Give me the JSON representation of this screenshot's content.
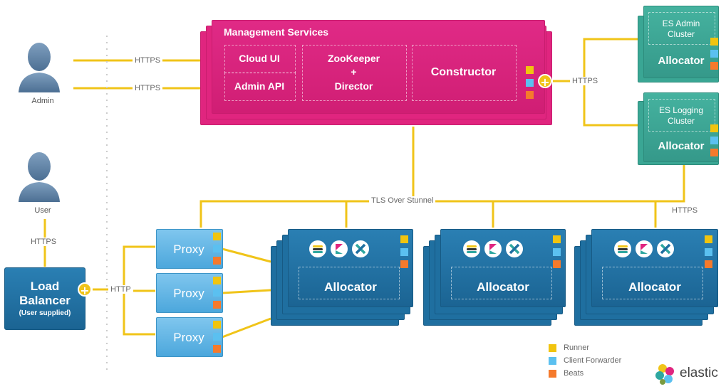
{
  "admin": {
    "label": "Admin"
  },
  "user": {
    "label": "User"
  },
  "mgmt": {
    "title": "Management Services",
    "cloud_ui": "Cloud UI",
    "admin_api": "Admin API",
    "zk_line1": "ZooKeeper",
    "zk_line2": "+",
    "zk_line3": "Director",
    "constructor": "Constructor"
  },
  "es_admin": {
    "line1": "ES Admin",
    "line2": "Cluster",
    "allocator": "Allocator"
  },
  "es_logging": {
    "line1": "ES Logging",
    "line2": "Cluster",
    "allocator": "Allocator"
  },
  "lb": {
    "line1": "Load",
    "line2": "Balancer",
    "line3": "(User supplied)"
  },
  "labels": {
    "https1": "HTTPS",
    "https2": "HTTPS",
    "https_es": "HTTPS",
    "https_user": "HTTPS",
    "https_alloc": "HTTPS",
    "http": "HTTP",
    "tls": "TLS Over Stunnel"
  },
  "proxies": [
    "Proxy",
    "Proxy",
    "Proxy"
  ],
  "allocators": [
    "Allocator",
    "Allocator",
    "Allocator"
  ],
  "legend": {
    "runner": "Runner",
    "forwarder": "Client Forwarder",
    "beats": "Beats"
  },
  "brand": {
    "name": "elastic"
  },
  "colors": {
    "line": "#f0c419",
    "mgmt": "#e0257f",
    "teal": "#3aa694",
    "allocator_blue": "#1f6fa0",
    "proxy_blue": "#5db3e3",
    "runner": "#f1c40f",
    "forwarder": "#5bc0f0",
    "beats": "#f57a2c"
  },
  "icons": [
    "person-icon",
    "plus-icon",
    "elasticsearch-icon",
    "kibana-icon",
    "x-icon",
    "elastic-logo-icon"
  ]
}
